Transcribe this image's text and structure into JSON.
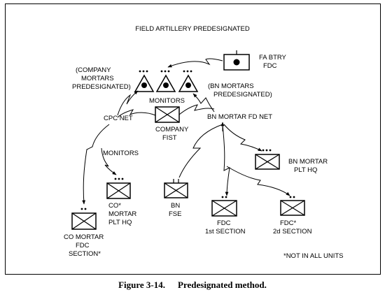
{
  "diagram": {
    "title": "FIELD ARTILLERY PREDESIGNATED",
    "fa_btry": [
      "FA BTRY",
      "FDC"
    ],
    "company_mortars": [
      "(COMPANY",
      "MORTARS",
      "PREDESIGNATED)"
    ],
    "bn_mortars": [
      "(BN MORTARS",
      "PREDESIGNATED)"
    ],
    "monitors_top": "MONITORS",
    "company_fist": [
      "COMPANY",
      "FIST"
    ],
    "cpc_net": "CPC NET",
    "bn_mortar_fd_net": "BN MORTAR FD NET",
    "monitors_left": "MONITORS",
    "bn_mortar_plt_hq": [
      "BN MORTAR",
      "PLT HQ"
    ],
    "co_mortar_plt_hq": [
      "CO*",
      "MORTAR",
      "PLT HQ"
    ],
    "bn_fse": [
      "BN",
      "FSE"
    ],
    "fdc_1st": [
      "FDC",
      "1st SECTION"
    ],
    "fdc_2d": [
      "FDC*",
      "2d SECTION"
    ],
    "co_mortar_fdc": [
      "CO MORTAR",
      "FDC",
      "SECTION*"
    ],
    "footnote": "*NOT IN ALL UNITS"
  },
  "caption": {
    "number": "Figure 3-14.",
    "title": "Predesignated method."
  }
}
